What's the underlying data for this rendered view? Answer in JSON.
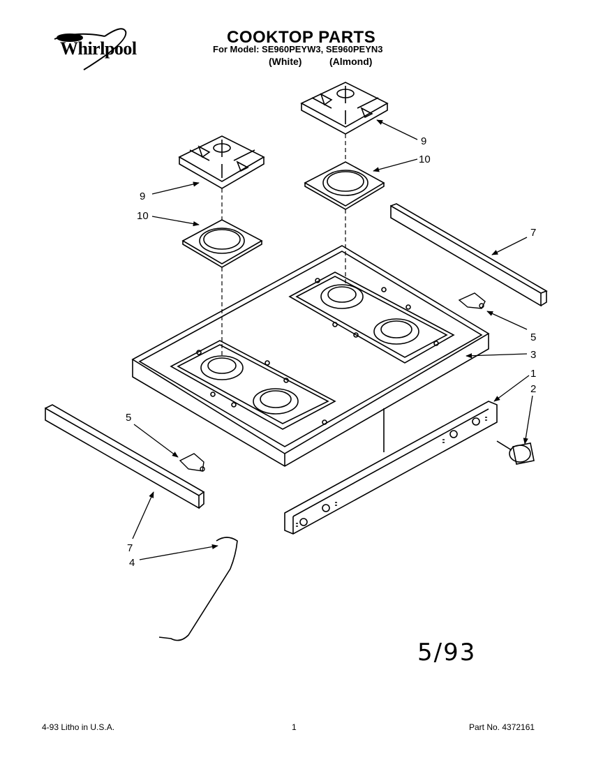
{
  "header": {
    "brand": "Whirlpool",
    "title": "COOKTOP PARTS",
    "model_line": "For Model: SE960PEYW3, SE960PEYN3",
    "color_white": "(White)",
    "color_almond": "(Almond)"
  },
  "callouts": {
    "n1": "1",
    "n2": "2",
    "n3": "3",
    "n4": "4",
    "n5": "5",
    "n7": "7",
    "n9": "9",
    "n10": "10"
  },
  "handwritten_date": "5/93",
  "footer": {
    "litho": "4-93 Litho in U.S.A.",
    "page": "1",
    "part_no": "Part No. 4372161"
  }
}
